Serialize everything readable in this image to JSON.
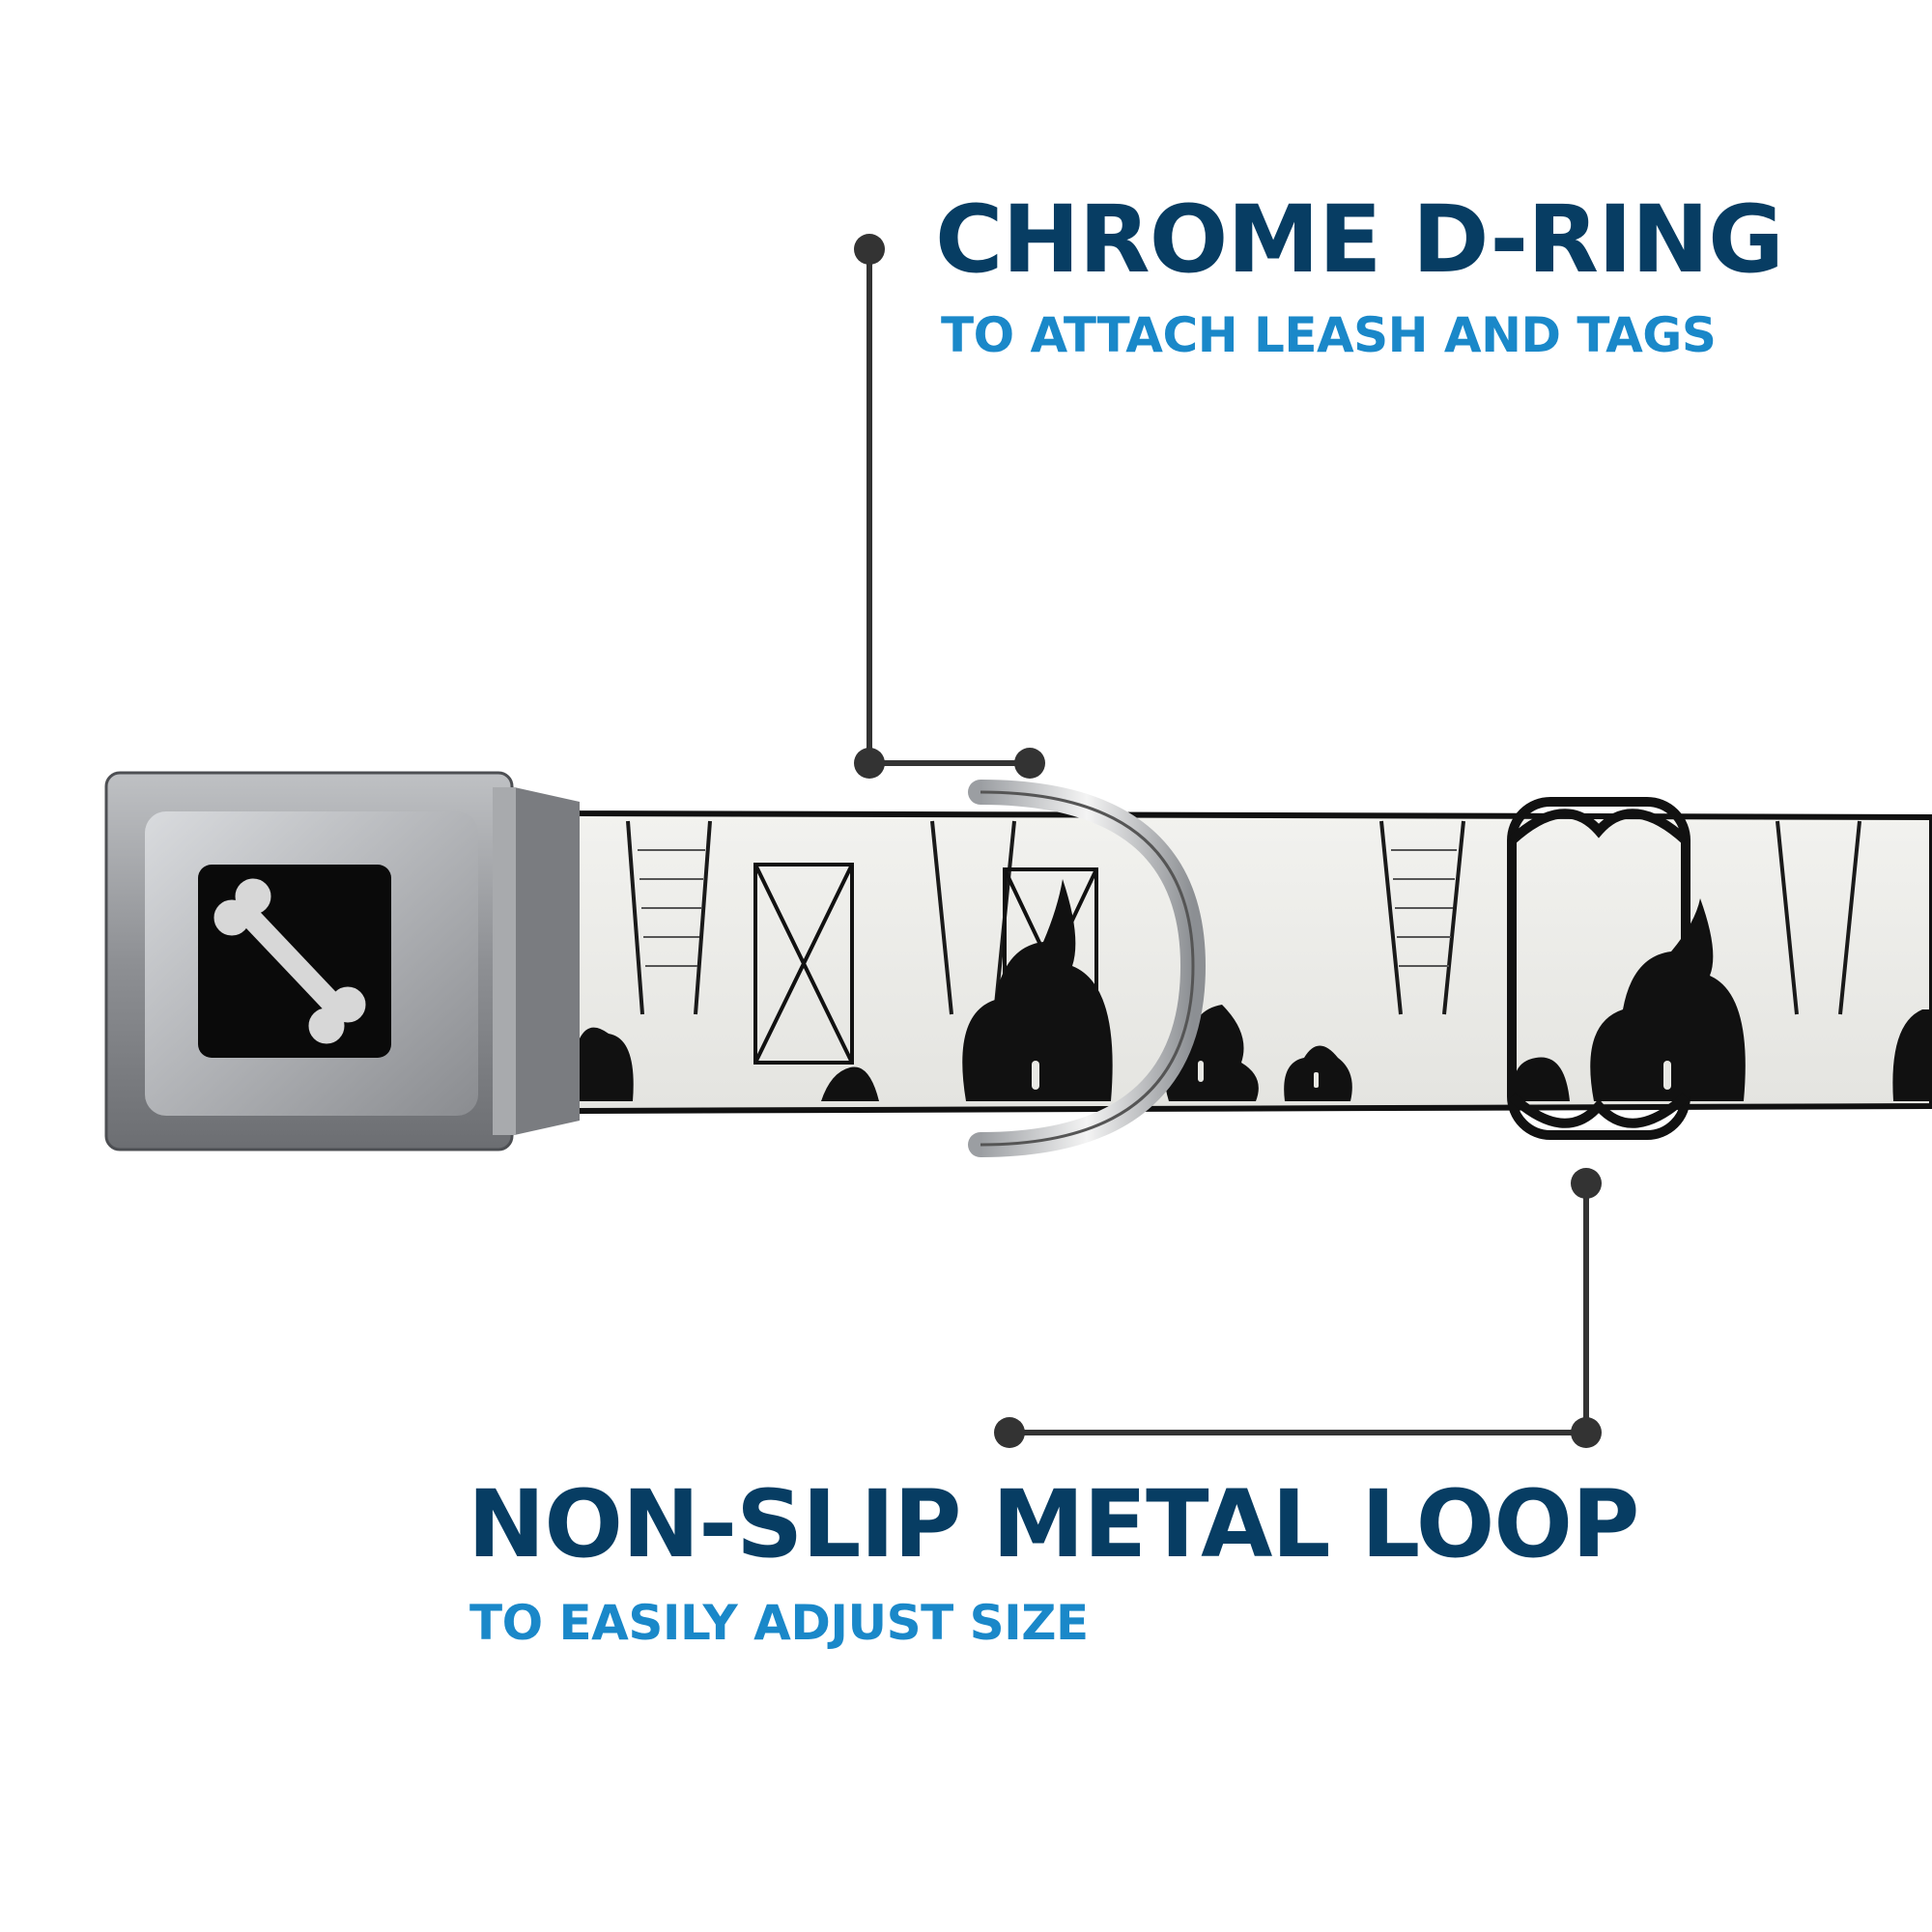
{
  "colors": {
    "title": "#073d63",
    "subtitle": "#1a88c9",
    "callout_line": "#333333",
    "strap_base": "#ebebe8",
    "print": "#101010",
    "buckle": "#9a9c9f"
  },
  "callouts": {
    "dring": {
      "title": "CHROME D-RING",
      "subtitle": "TO ATTACH LEASH AND TAGS"
    },
    "loop": {
      "title": "NON-SLIP METAL LOOP",
      "subtitle": "TO EASILY ADJUST SIZE"
    }
  },
  "icons": {
    "buckle_emblem": "bone-icon"
  }
}
